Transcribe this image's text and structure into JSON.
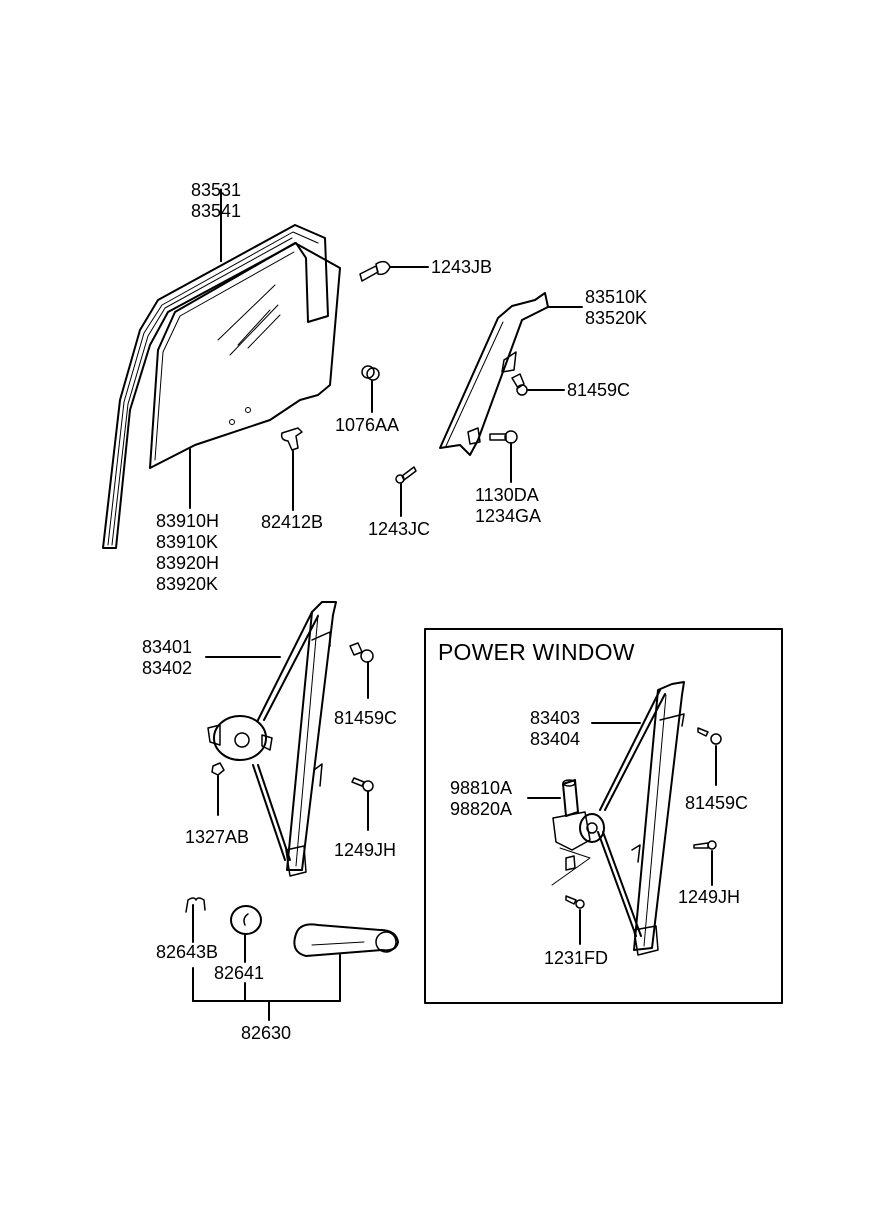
{
  "diagram": {
    "type": "exploded-parts-diagram",
    "subject": "Front door window glass and regulator",
    "inset_title": "POWER WINDOW",
    "callouts": {
      "glass_run": [
        "83531",
        "83541"
      ],
      "screw_upper": [
        "1243JB"
      ],
      "channel": [
        "83510K",
        "83520K"
      ],
      "grommet": [
        "1076AA"
      ],
      "bolt_channel": [
        "81459C"
      ],
      "glass": [
        "83910H",
        "83910K",
        "83920H",
        "83920K"
      ],
      "clip": [
        "82412B"
      ],
      "screw_lower": [
        "1243JC"
      ],
      "bolt_lower": [
        "1130DA",
        "1234GA"
      ],
      "manual_regulator": [
        "83401",
        "83402"
      ],
      "manual_bolt": [
        "81459C"
      ],
      "manual_nut": [
        "1327AB"
      ],
      "manual_screw": [
        "1249JH"
      ],
      "handle_clip": [
        "82643B"
      ],
      "handle_washer": [
        "82641"
      ],
      "handle_assembly": [
        "82630"
      ],
      "power_regulator": [
        "83403",
        "83404"
      ],
      "power_motor": [
        "98810A",
        "98820A"
      ],
      "power_bolt": [
        "81459C"
      ],
      "power_screw": [
        "1249JH"
      ],
      "power_motor_screw": [
        "1231FD"
      ]
    }
  }
}
